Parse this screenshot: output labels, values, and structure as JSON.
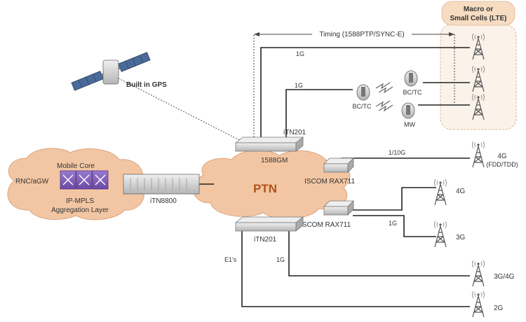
{
  "colors": {
    "cloud_fill": "#f3c6a3",
    "cloud_stroke": "#d9a580",
    "ptn_text": "#b0531c",
    "cells_fill": "#fbf3ea",
    "cells_border": "#e0bf9f",
    "header_fill": "#f7dcc2",
    "line": "#222222",
    "device_fill": "#d8d8d8",
    "tower": "#555555"
  },
  "labels": {
    "timing": "Timing (1588PTP/SYNC-E)",
    "built_in_gps": "Built in GPS",
    "macro_cells_line1": "Macro or",
    "macro_cells_line2": "Small Cells (LTE)",
    "link_1g_top": "1G",
    "link_1g_mid": "1G",
    "link_1_10g": "1/10G",
    "link_1g_rax": "1G",
    "link_1g_bottom": "1G",
    "link_e1s": "E1's",
    "bc_tc_left": "BC/TC",
    "bc_tc_right": "BC/TC",
    "mw": "MW",
    "itn201_top": "iTN201",
    "gm_1588": "1588GM",
    "ptn": "PTN",
    "iscom_rax711_top": "ISCOM RAX711",
    "iscom_rax711_bottom": "ISCOM RAX711",
    "itn201_bottom": "iTN201",
    "itn8800": "iTN8800",
    "mobile_core": "Mobile Core",
    "rnc_agw": "RNC/aGW",
    "ip_mpls": "IP-MPLS",
    "aggregation_layer": "Aggregation Layer",
    "cell_4g_fdd_tdd": "4G",
    "fdd_tdd": "(FDD/TDD)",
    "cell_4g": "4G",
    "cell_3g": "3G",
    "cell_3g_4g": "3G/4G",
    "cell_2g": "2G"
  }
}
